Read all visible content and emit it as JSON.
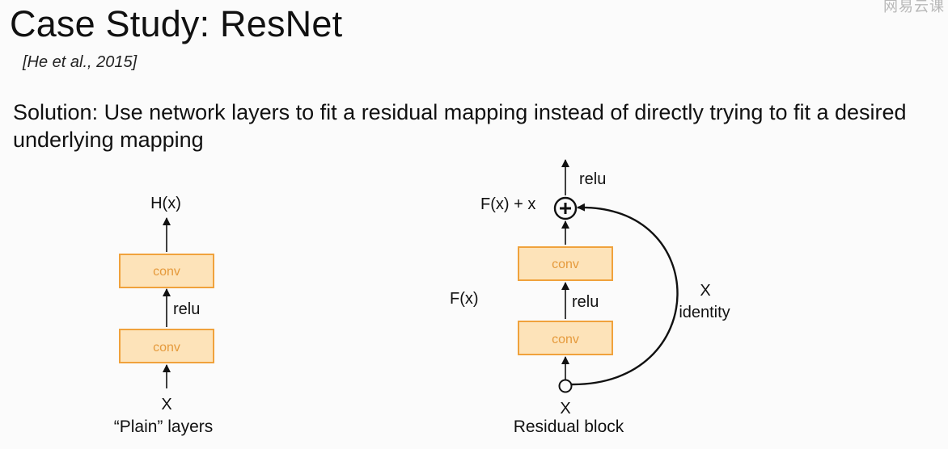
{
  "slide": {
    "title": "Case Study: ResNet",
    "citation": "[He et al., 2015]",
    "solution": "Solution: Use network layers to fit a residual mapping instead of directly trying to fit a desired underlying mapping",
    "watermark": "网易云课"
  },
  "plain": {
    "output_label": "H(x)",
    "top_conv": "conv",
    "middle_label": "relu",
    "bottom_conv": "conv",
    "input_label": "X",
    "caption": "“Plain” layers"
  },
  "residual": {
    "top_label": "relu",
    "sum_label": "F(x) + x",
    "top_conv": "conv",
    "fx_label": "F(x)",
    "middle_label": "relu",
    "bottom_conv": "conv",
    "identity_x": "X",
    "identity_label": "identity",
    "input_label": "X",
    "caption": "Residual block"
  },
  "colors": {
    "conv_fill": "#fde3b9",
    "conv_border": "#f0a23c",
    "conv_text": "#e59a3c",
    "line": "#111111"
  }
}
